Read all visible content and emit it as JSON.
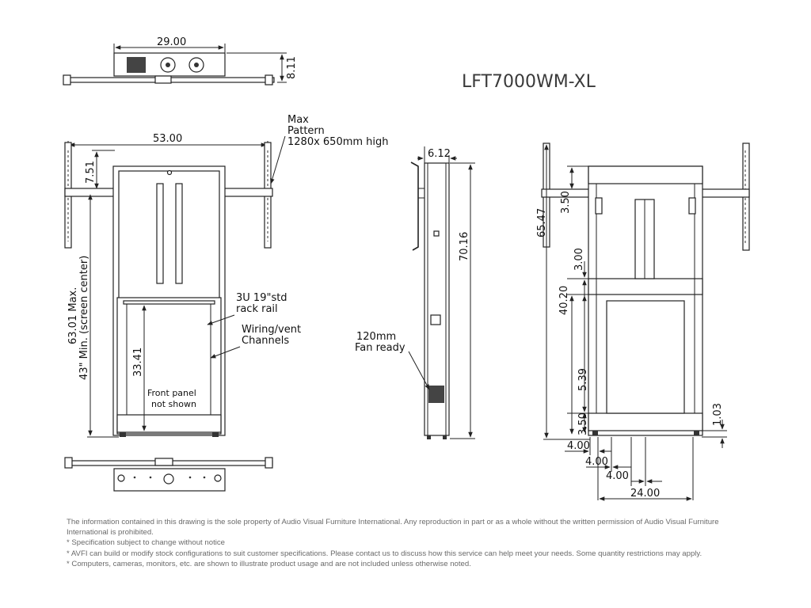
{
  "model": "LFT7000WM-XL",
  "dimensions": {
    "top_width": "29.00",
    "top_height": "8.11",
    "front_width": "53.00",
    "front_top_offset": "7.51",
    "front_height_max": "63.01 Max.",
    "front_height_min": "43\" Min. (screen center)",
    "rack_height": "33.41",
    "side_depth": "6.12",
    "side_height": "70.16",
    "rear_height_total": "65.47",
    "rear_top_offset": "3.50",
    "rear_mid_offset": "3.00",
    "rear_mid_height": "40.20",
    "rear_low_height": "5.39",
    "rear_bottom_offset": "3.50",
    "rear_foot_height": "1.03",
    "rear_spacing_1": "4.00",
    "rear_spacing_2": "4.00",
    "rear_spacing_3": "4.00",
    "rear_width": "24.00"
  },
  "callouts": {
    "max_pattern": [
      "Max",
      "Pattern",
      "1280x 650mm high"
    ],
    "rack_rail": [
      "3U  19\"std",
      "rack rail"
    ],
    "wiring": [
      "Wiring/vent",
      "Channels"
    ],
    "fan": [
      "120mm",
      "Fan ready"
    ],
    "front_panel": [
      "Front panel",
      "not shown"
    ]
  },
  "footer": {
    "line1": "The information contained in this drawing is the sole property of Audio Visual Furniture International. Any reproduction in part or as a whole without the written permission of Audio Visual Furniture International is prohibited.",
    "line2": "* Specification subject to change without notice",
    "line3": "* AVFI can build or modify stock configurations to suit customer specifications. Please contact us to discuss how this service can help meet your needs. Some quantity restrictions may apply.",
    "line4": "* Computers, cameras, monitors, etc. are shown to illustrate product usage and are not included unless otherwise noted."
  }
}
